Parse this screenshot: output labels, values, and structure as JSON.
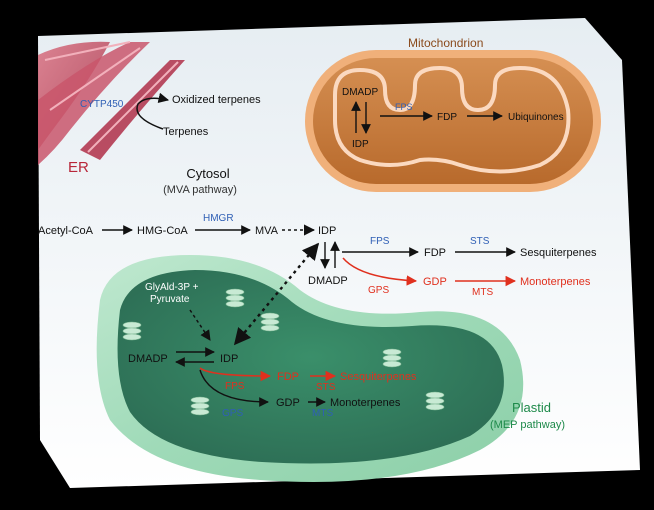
{
  "er": {
    "label": "ER",
    "enzyme": "CYTP450",
    "product": "Oxidized terpenes",
    "substrate": "Terpenes"
  },
  "mitochondrion": {
    "title": "Mitochondrion",
    "dmadp": "DMADP",
    "idp": "IDP",
    "fps": "FPS",
    "fdp": "FDP",
    "ubiquinones": "Ubiquinones"
  },
  "cytosol": {
    "title": "Cytosol",
    "subtitle": "(MVA pathway)",
    "acetyl_coa": "Acetyl-CoA",
    "hmg_coa": "HMG-CoA",
    "hmgr": "HMGR",
    "mva": "MVA",
    "idp": "IDP",
    "dmadp": "DMADP",
    "fps": "FPS",
    "fdp": "FDP",
    "sts": "STS",
    "sesquiterpenes": "Sesquiterpenes",
    "gps": "GPS",
    "gdp": "GDP",
    "mts": "MTS",
    "monoterpenes": "Monoterpenes"
  },
  "plastid": {
    "title": "Plastid",
    "subtitle": "(MEP pathway)",
    "glyald_line1": "GlyAld-3P +",
    "glyald_line2": "Pyruvate",
    "dmadp": "DMADP",
    "idp": "IDP",
    "fps": "FPS",
    "fdp": "FDP",
    "sts": "STS",
    "sesquiterpenes": "Sesquiterpenes",
    "gps": "GPS",
    "gdp": "GDP",
    "mts": "MTS",
    "monoterpenes": "Monoterpenes"
  },
  "colors": {
    "enzyme_blue": "#2f5fb5",
    "red": "#e0301e",
    "plastid_green": "#1e8a4a",
    "er_red": "#b8273a",
    "mito_brown": "#8a4a1c"
  }
}
